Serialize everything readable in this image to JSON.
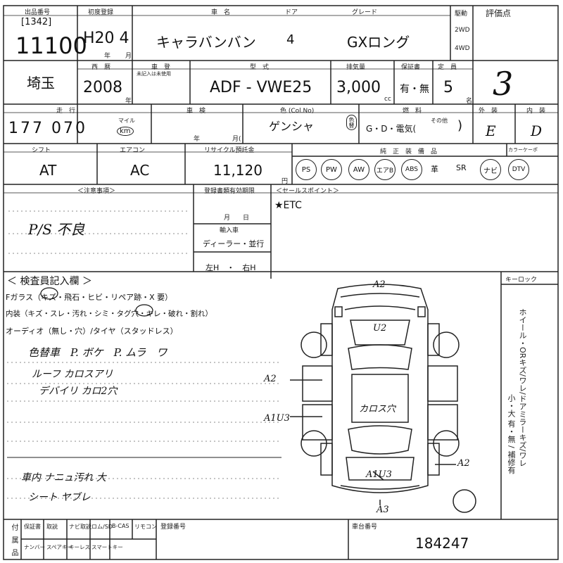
{
  "header": {
    "lot_label": "出品番号",
    "lot_sub": "[1342]",
    "lot_number": "11100",
    "first_reg_label": "初度登録",
    "first_reg_value": "H20 4",
    "year_unit": "年",
    "month_unit": "月",
    "car_name_label": "車　名",
    "car_name": "キャラバンバン",
    "doors_label": "ドア",
    "doors": "4",
    "grade_label": "グレード",
    "grade": "GXロング",
    "drive_label": "駆動",
    "drive_2wd": "2WD",
    "drive_4wd": "4WD",
    "score_label": "評価点",
    "score": "3."
  },
  "row2": {
    "region": "埼玉",
    "model_year_label": "西　暦",
    "model_year": "2008",
    "model_year_unit": "年",
    "reg_label": "車　登",
    "reg_note": "未記入は未使用",
    "model_label": "型　式",
    "model_code": "ADF - VWE25",
    "displacement_label": "排気量",
    "displacement": "3,000",
    "cc_unit": "cc",
    "warranty_label": "保証書",
    "warranty": "有・無",
    "capacity_label": "定　員",
    "capacity": "5",
    "capacity_unit": "名"
  },
  "row3": {
    "mileage_label": "走　行",
    "mileage": "177 070",
    "mile_unit": "マイル",
    "km_unit": "km",
    "inspection_label": "車　検",
    "inspection_year": "年",
    "inspection_month": "月(",
    "color_label": "色 (Col.No)",
    "color": "ゲンシャ",
    "color_change": "色替",
    "fuel_label": "燃　料",
    "fuel": "G・D・電気(",
    "fuel_other": "その他",
    "fuel_close": ")",
    "exterior_label": "外　装",
    "exterior": "E",
    "interior_label": "内　装",
    "interior": "D"
  },
  "row4": {
    "shift_label": "シフト",
    "shift": "AT",
    "ac_label": "エアコン",
    "ac": "AC",
    "recycle_label": "リサイクル預託金",
    "recycle": "11,120",
    "yen_unit": "円",
    "equip_label": "純　正　装　備　品",
    "color_code_label": "カラーケーポ",
    "equipment": [
      "PS",
      "PW",
      "AW",
      "エアB",
      "ABS",
      "革",
      "SR",
      "ナビ",
      "DTV"
    ]
  },
  "notes": {
    "caution_label": "＜注意事項＞",
    "caution_text": "P/S 不良",
    "reg_expiry_label": "登録書類有効期限",
    "reg_expiry": "月　　日",
    "import_label": "輸入車",
    "import_dealer": "ディーラー・並行",
    "steering": "左H　・　右H",
    "sales_point_label": "＜セールスポイント＞",
    "sales_point": "★ETC"
  },
  "inspection": {
    "title": "＜ 検査員記入欄 ＞",
    "line1": "Fガラス（キズ・飛石・ヒビ・リペア跡・X 要）",
    "line2": "内装（キズ・スレ・汚れ・シミ・タグ穴・キレ・破れ・割れ）",
    "line3": "オーディオ（無し・穴）/タイヤ（スタッドレス）",
    "hand1": "色替車　P. ボケ　P. ムラ　ワ",
    "hand2": "ルーフ カロスアリ",
    "hand3": "デバイリ カロ2穴",
    "hand4": "車内 ナニュ汚れ 大",
    "hand5": "シート ヤブレ",
    "key_label": "キーロック",
    "side_text": "ホイール・ORキズ/ワレ/ドアミラーキズ/ワレ",
    "side_text2": "小・大 有・無 / 補修有",
    "marks": [
      "A2",
      "U2",
      "A2",
      "A1U3",
      "カロス穴",
      "A2",
      "A1U3",
      "A3"
    ]
  },
  "footer": {
    "items_row1": [
      "保証書",
      "取説",
      "ナビ取説",
      "ロム/SD",
      "B-CAS",
      "リモコン"
    ],
    "items_row2": [
      "ナンバー",
      "スペアキー",
      "キーレス",
      "スマートキー"
    ],
    "footer_label_a": "付",
    "footer_label_b": "属",
    "footer_label_c": "品",
    "reg_number_label": "登録番号",
    "chassis_label": "車台番号",
    "chassis": "184247"
  }
}
